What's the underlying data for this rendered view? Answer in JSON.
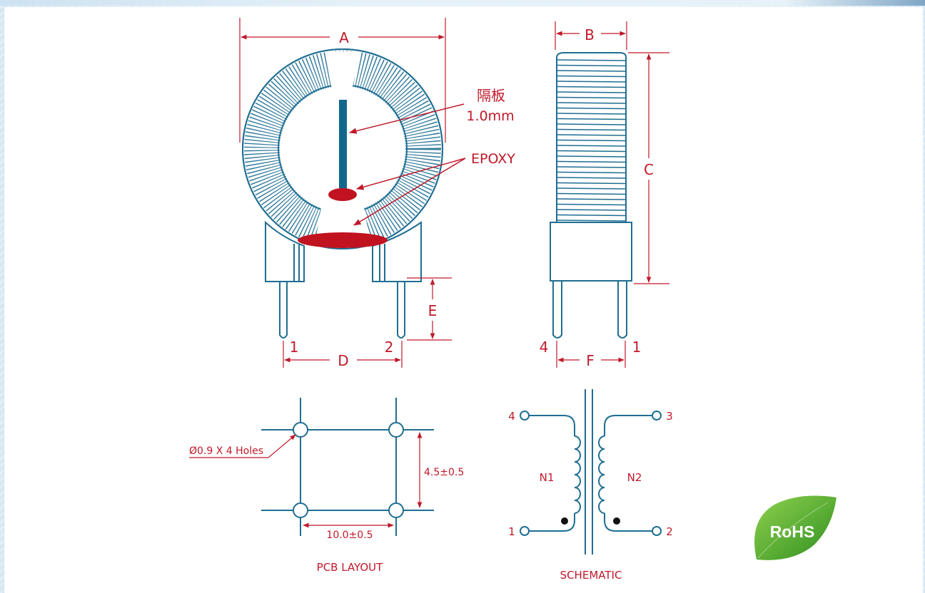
{
  "dimensions": {
    "A": "A",
    "B": "B",
    "C": "C",
    "D": "D",
    "E": "E",
    "F": "F"
  },
  "annotations": {
    "partition_cn": "隔板",
    "partition_size": "1.0mm",
    "epoxy": "EPOXY"
  },
  "pins_front": {
    "left": "1",
    "right": "2"
  },
  "pins_side": {
    "left": "4",
    "right": "1"
  },
  "pcb": {
    "holes": "Ø0.9 X 4 Holes",
    "height": "4.5±0.5",
    "width": "10.0±0.5",
    "title": "PCB LAYOUT"
  },
  "schematic": {
    "pin4": "4",
    "pin3": "3",
    "pin1": "1",
    "pin2": "2",
    "n1": "N1",
    "n2": "N2",
    "title": "SCHEMATIC"
  },
  "badge": {
    "text": "RoHS"
  },
  "colors": {
    "line": "#1f6e92",
    "dim": "#c0192a",
    "epoxy": "#c1121f",
    "partition": "#13678c",
    "rohs": "#4caa2c"
  }
}
